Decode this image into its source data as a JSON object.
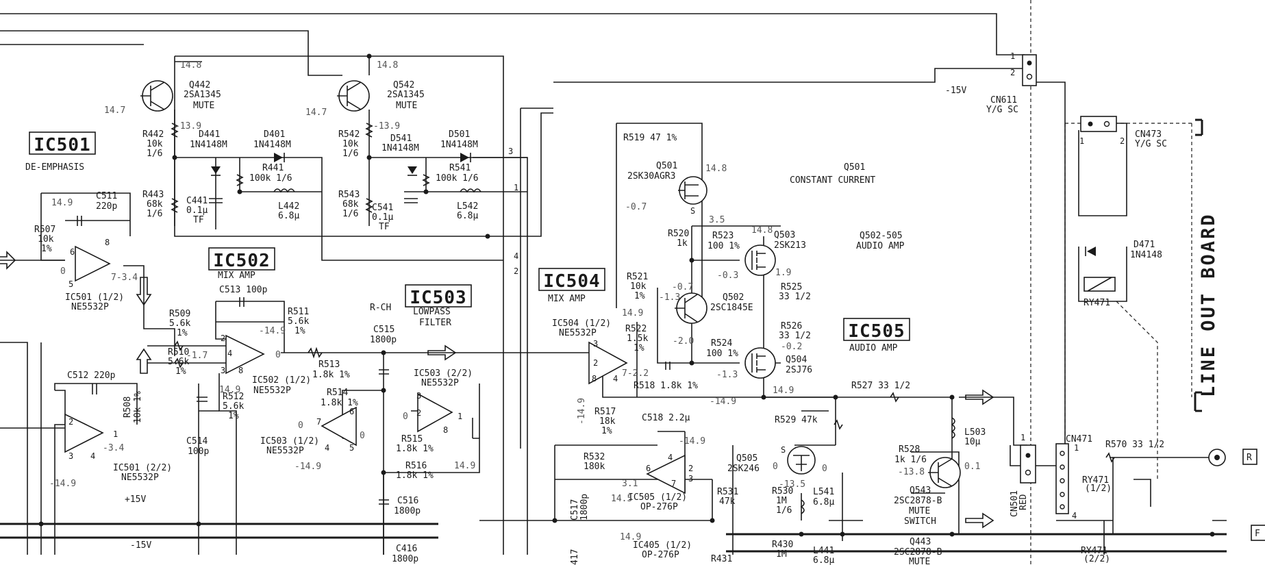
{
  "ic_boxes": {
    "ic501": "IC501",
    "ic502": "IC502",
    "ic503": "IC503",
    "ic504": "IC504",
    "ic505": "IC505"
  },
  "ic_descriptions": {
    "ic501": "DE-EMPHASIS",
    "ic502": "MIX AMP",
    "ic503": "LOWPASS",
    "ic503b": "FILTER",
    "ic504": "MIX AMP",
    "ic505": "AUDIO AMP",
    "rch": "R-CH"
  },
  "board_label": "LINE OUT BOARD",
  "transistors": {
    "q442": [
      "Q442",
      "2SA1345",
      "MUTE"
    ],
    "q542": [
      "Q542",
      "2SA1345",
      "MUTE"
    ],
    "q501": [
      "Q501",
      "2SK30AGR3"
    ],
    "q501_note": [
      "Q501",
      "CONSTANT CURRENT"
    ],
    "q502_505": [
      "Q502-505",
      "AUDIO AMP"
    ],
    "q502": [
      "Q502",
      "2SC1845E"
    ],
    "q503": [
      "Q503",
      "2SK213"
    ],
    "q504": [
      "Q504",
      "2SJ76"
    ],
    "q505": [
      "Q505",
      "2SK246"
    ],
    "q543": [
      "Q543",
      "2SC2878-B",
      "MUTE",
      "SWITCH"
    ],
    "q443": [
      "Q443",
      "2SC2878-B",
      "MUTE"
    ]
  },
  "diodes": {
    "d441": [
      "D441",
      "1N4148M"
    ],
    "d401": [
      "D401",
      "1N4148M"
    ],
    "d541": [
      "D541",
      "1N4148M"
    ],
    "d501": [
      "D501",
      "1N4148M"
    ],
    "d471": [
      "D471",
      "1N4148"
    ]
  },
  "resistors": {
    "r442": [
      "R442",
      "10k",
      "1/6"
    ],
    "r443": [
      "R443",
      "68k",
      "1/6"
    ],
    "r542": [
      "R542",
      "10k",
      "1/6"
    ],
    "r543": [
      "R543",
      "68k",
      "1/6"
    ],
    "r441": [
      "R441",
      "100k 1/6"
    ],
    "r541": [
      "R541",
      "100k 1/6"
    ],
    "r507": [
      "R507",
      "10k",
      "1%"
    ],
    "r509": [
      "R509",
      "5.6k",
      "1%"
    ],
    "r510": [
      "R510",
      "5.6k",
      "1%"
    ],
    "r511": [
      "R511",
      "5.6k",
      "1%"
    ],
    "r508": [
      "R508",
      "10k 1%"
    ],
    "r512": [
      "R512",
      "5.6k",
      "1%"
    ],
    "r513": [
      "R513",
      "1.8k 1%"
    ],
    "r514": [
      "R514",
      "1.8k 1%"
    ],
    "r515": [
      "R515",
      "1.8k 1%"
    ],
    "r516": [
      "R516",
      "1.8k 1%"
    ],
    "r519": "R519 47 1%",
    "r520": [
      "R520",
      "1k"
    ],
    "r521": [
      "R521",
      "10k",
      "1%"
    ],
    "r522": [
      "R522",
      "1.5k",
      "1%"
    ],
    "r523": [
      "R523",
      "100 1%"
    ],
    "r524": [
      "R524",
      "100 1%"
    ],
    "r518": "R518 1.8k 1%",
    "r525": [
      "R525",
      "33 1/2"
    ],
    "r526": [
      "R526",
      "33 1/2"
    ],
    "r527": "R527 33 1/2",
    "r517": [
      "R517",
      "18k",
      "1%"
    ],
    "r532": [
      "R532",
      "180k"
    ],
    "r529": "R529 47k",
    "r531": [
      "R531",
      "47k"
    ],
    "r530": [
      "R530",
      "1M",
      "1/6"
    ],
    "r528": [
      "R528",
      "1k 1/6"
    ],
    "r570": "R570 33 1/2",
    "r430": [
      "R430",
      "1M"
    ],
    "r431": "R431"
  },
  "capacitors": {
    "c511": [
      "C511",
      "220p"
    ],
    "c512": "C512 220p",
    "c513": "C513 100p",
    "c514": [
      "C514",
      "100p"
    ],
    "c515": [
      "C515",
      "1800p"
    ],
    "c516": [
      "C516",
      "1800p"
    ],
    "c441": [
      "C441",
      "0.1μ",
      "TF"
    ],
    "c541": [
      "C541",
      "0.1μ",
      "TF"
    ],
    "c518": "C518 2.2μ",
    "c517": [
      "C517",
      "1800p"
    ],
    "c416": [
      "C416",
      "1800p"
    ],
    "c417": "417"
  },
  "inductors": {
    "l442": [
      "L442",
      "6.8μ"
    ],
    "l542": [
      "L542",
      "6.8μ"
    ],
    "l503": [
      "L503",
      "10μ"
    ],
    "l541": [
      "L541",
      "6.8μ"
    ],
    "l441": [
      "L441",
      "6.8μ"
    ]
  },
  "opamps": {
    "ic501a": [
      "IC501 (1/2)",
      "NE5532P"
    ],
    "ic501b": [
      "IC501 (2/2)",
      "NE5532P"
    ],
    "ic502": [
      "IC502 (1/2)",
      "NE5532P"
    ],
    "ic503a": [
      "IC503 (1/2)",
      "NE5532P"
    ],
    "ic503b": [
      "IC503 (2/2)",
      "NE5532P"
    ],
    "ic504": [
      "IC504 (1/2)",
      "NE5532P"
    ],
    "ic505": [
      "IC505 (1/2)",
      "OP-276P"
    ],
    "ic405": [
      "IC405 (1/2)",
      "OP-276P"
    ]
  },
  "connectors": {
    "cn611": [
      "CN611",
      "Y/G SC"
    ],
    "cn473": [
      "CN473",
      "Y/G SC"
    ],
    "cn471": "CN471",
    "cn501": [
      "CN501",
      "RED"
    ]
  },
  "relays": {
    "ry471": "RY471",
    "ry471a": [
      "RY471",
      "(1/2)"
    ],
    "ry471b": [
      "RY471",
      "(2/2)"
    ]
  },
  "terminals": {
    "r": "R",
    "f": "F"
  },
  "rails": {
    "m15": "-15V",
    "p15": "+15V",
    "m15b": "-15V"
  },
  "voltages": {
    "v1": "14.8",
    "v2": "14.7",
    "v3": "-13.9",
    "v4": "14.8",
    "v5": "14.7",
    "v6": "-13.9",
    "v7": "14.9",
    "v8": "0",
    "v9": "7-3.4",
    "v10": "-14.9",
    "v11": "-1.7",
    "v12": "0",
    "v13": "14.9",
    "v14": "-3.4",
    "v15": "-14.9",
    "v16": "0",
    "v17": "0",
    "v18": "0",
    "v19": "-14.9",
    "v20": "14.9",
    "v21": "14.8",
    "v22": "-0.7",
    "v23": "3.5",
    "v24": "14.8",
    "v25": "-0.7",
    "v26": "-1.3",
    "v27": "-0.3",
    "v28": "1.9",
    "v29": "14.9",
    "v30": "-2.0",
    "v31": "-0.2",
    "v32": "-1.3",
    "v33": "7-2.2",
    "v34": "14.9",
    "v35": "-14.9",
    "v36": "-14.9",
    "v37": "3.1",
    "v38": "14.5",
    "v39": "0",
    "v40": "0",
    "v41": "-13.8",
    "v42": "0.1",
    "v43": "-13.5",
    "v44": "14.9",
    "v45": "-14.9"
  },
  "pins": {
    "p1": "1",
    "p2": "2",
    "p3": "3",
    "p4": "4",
    "p5": "5",
    "p6": "6",
    "p7": "7",
    "p8": "8",
    "s": "S"
  }
}
